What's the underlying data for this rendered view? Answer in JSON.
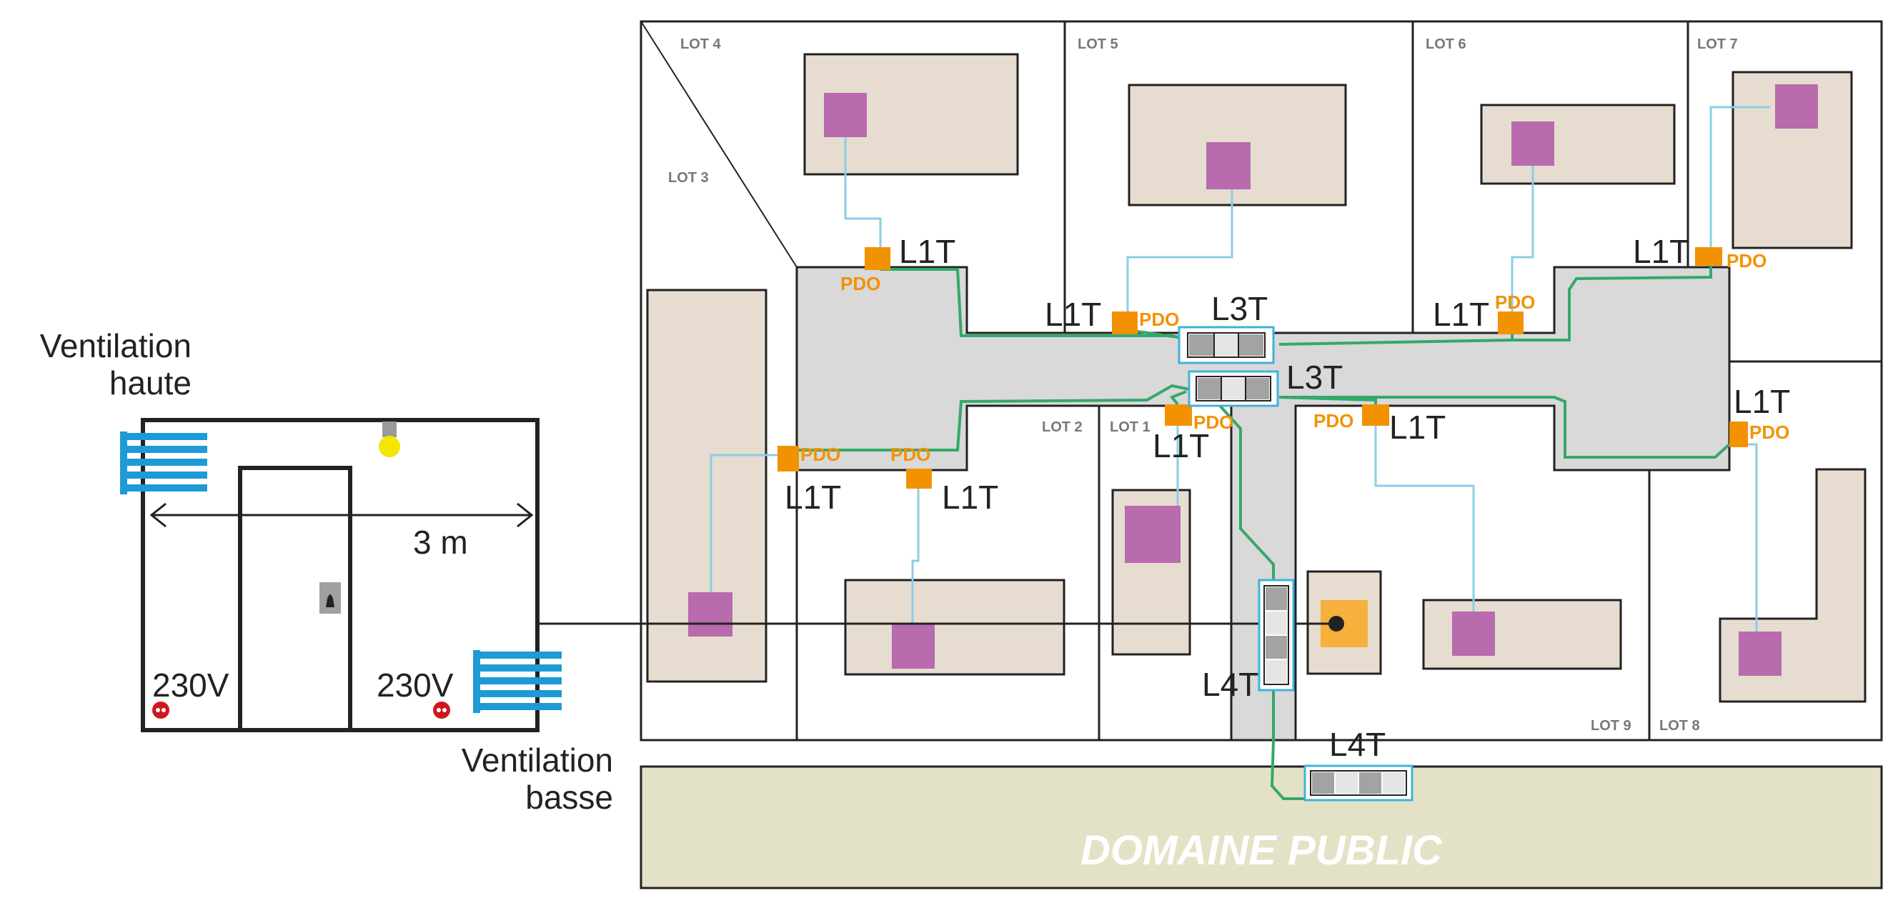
{
  "room": {
    "vent_top_line1": "Ventilation",
    "vent_top_line2": "haute",
    "vent_bottom_line1": "Ventilation",
    "vent_bottom_line2": "basse",
    "dimension": "3 m",
    "power_left": "230V",
    "power_right": "230V"
  },
  "lots": {
    "lot1": "LOT 1",
    "lot2": "LOT 2",
    "lot3": "LOT 3",
    "lot4": "LOT 4",
    "lot5": "LOT 5",
    "lot6": "LOT 6",
    "lot7": "LOT 7",
    "lot8": "LOT 8",
    "lot9": "LOT 9"
  },
  "labels": {
    "pdo": "PDO",
    "l1t": "L1T",
    "l3t": "L3T",
    "l4t": "L4T",
    "domain": "DOMAINE PUBLIC"
  },
  "colors": {
    "building": "#e6ddd0",
    "sleeve": "#b86bad",
    "pdo": "#f39200",
    "fiber_blue": "#8ccde6",
    "fiber_green": "#35a86a",
    "road": "#d9d9d9",
    "public_domain": "#e4e2c6",
    "vent": "#1e9ad6",
    "chamber_outline": "#3fb2dc"
  }
}
